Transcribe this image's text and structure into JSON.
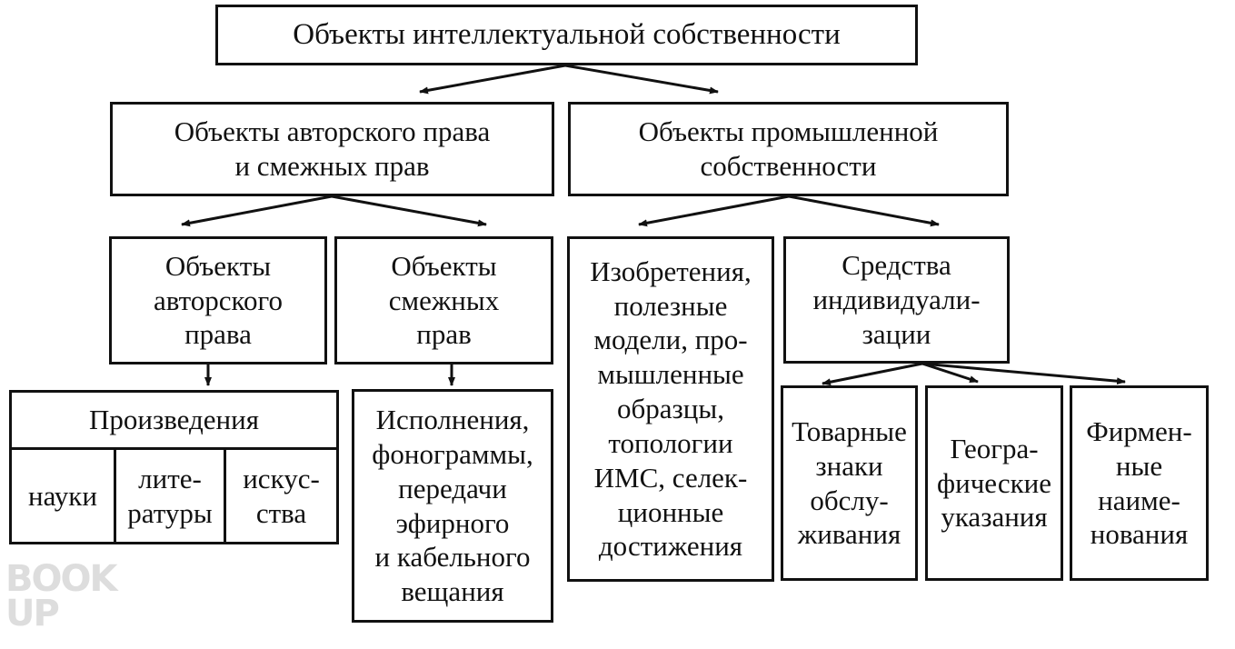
{
  "root": {
    "label": "Объекты интеллектуальной собственности"
  },
  "copyright": {
    "label": "Объекты авторского права\nи смежных прав"
  },
  "industrial": {
    "label": "Объекты промышленной\nсобственности"
  },
  "author_rights": {
    "label": "Объекты\nавторского\nправа"
  },
  "related_rights": {
    "label": "Объекты\nсмежных\nправ"
  },
  "inventions": {
    "label": "Изобретения,\nполезные\nмодели, про-\nмышленные\nобразцы,\nтопологии\nИМС, селек-\nционные\nдостижения"
  },
  "individualization": {
    "label": "Средства\nиндивидуали-\nзации"
  },
  "works": {
    "title": "Произведения",
    "items": [
      "науки",
      "лите-\nратуры",
      "искус-\nства"
    ]
  },
  "performances": {
    "label": "Исполнения,\nфонограммы,\nпередачи\nэфирного\nи кабельного\nвещания"
  },
  "trademarks": {
    "label": "Товарные\nзнаки\nобслу-\nживания"
  },
  "geo_indications": {
    "label": "Геогра-\nфические\nуказания"
  },
  "trade_names": {
    "label": "Фирмен-\nные\nнаиме-\nнования"
  },
  "watermark": {
    "text": "BOOK\nUP",
    "color": "#dddddd"
  }
}
